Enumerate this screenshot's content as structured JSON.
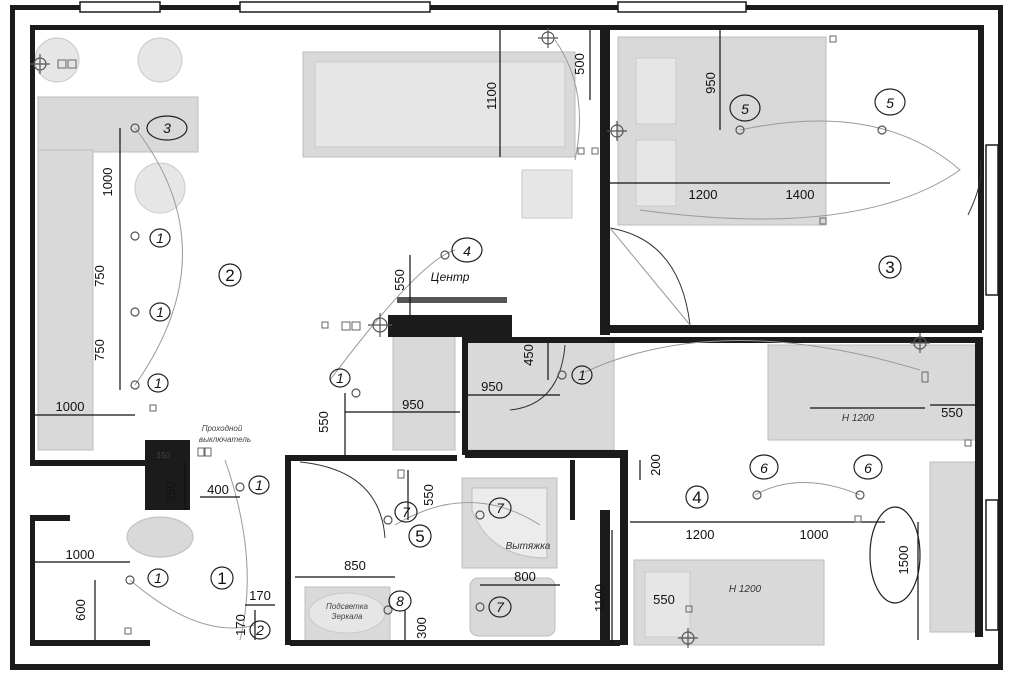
{
  "rooms": {
    "r1": "1",
    "r2": "2",
    "r3": "3",
    "r4": "4",
    "r5": "5"
  },
  "groups": {
    "g1": "1",
    "g2": "2",
    "g3": "3",
    "g4": "4",
    "g5": "5",
    "g6": "6",
    "g7": "7",
    "g8": "8"
  },
  "dims": {
    "d1000_kitchen_v": "1000",
    "d750_a": "750",
    "d750_b": "750",
    "d1000_kitchen_h": "1000",
    "d1100_top": "1100",
    "d500_top": "500",
    "d950_bed": "950",
    "d1200_bed": "1200",
    "d1400_bed": "1400",
    "d550_center": "550",
    "d550_hall": "550",
    "d950_hall_a": "950",
    "d950_hall_b": "950",
    "d450": "450",
    "d550_right": "550",
    "d200": "200",
    "d1200_lower": "1200",
    "d1000_lower": "1000",
    "d1500": "1500",
    "d550_desk": "550",
    "d1100_bath": "1100",
    "d150": "150",
    "d350": "350",
    "d400": "400",
    "d1000_entry": "1000",
    "d600": "600",
    "d170_a": "170",
    "d170_b": "170",
    "d550_bath": "550",
    "d850": "850",
    "d800": "800",
    "d300": "300"
  },
  "labels": {
    "center": "Центр",
    "h1200_top": "Н 1200",
    "h1200_bottom": "Н 1200",
    "hood": "Вытяжка",
    "pass_switch_1": "Проходной",
    "pass_switch_2": "выключатель",
    "mirror_1": "Подсветка",
    "mirror_2": "Зеркала"
  }
}
